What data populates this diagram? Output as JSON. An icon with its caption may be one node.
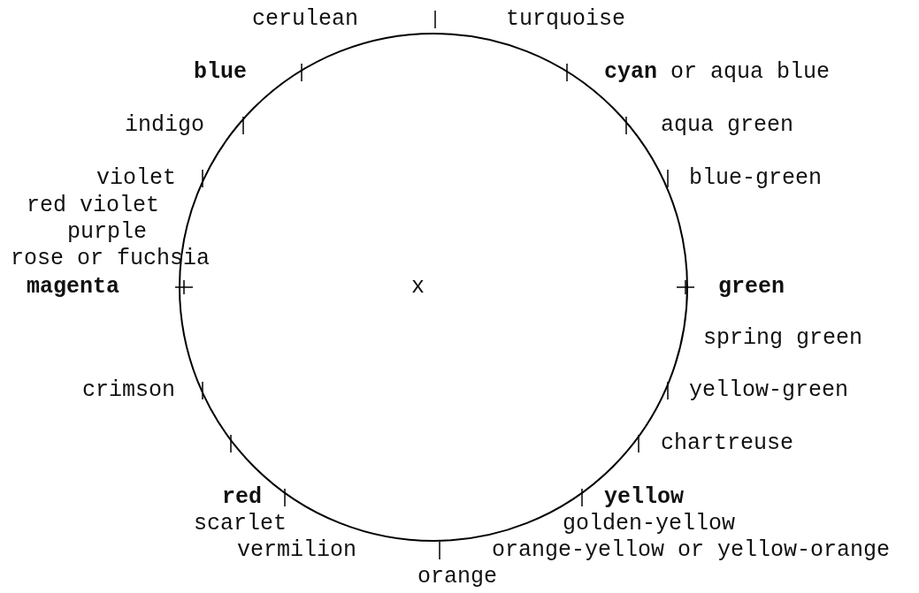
{
  "diagram": {
    "labels": [
      "cerulean",
      "turquoise",
      "blue",
      "**cyan** or aqua blue",
      "indigo",
      "aqua green",
      "violet",
      "blue-green",
      "red violet",
      "purple",
      "rose or fuchsia",
      "magenta",
      "x",
      "green",
      "spring green",
      "crimson",
      "yellow-green",
      "chartreuse",
      "red",
      "yellow",
      "scarlet",
      "golden-yellow",
      "vermilion",
      "orange-yellow or yellow-orange",
      "orange"
    ]
  }
}
